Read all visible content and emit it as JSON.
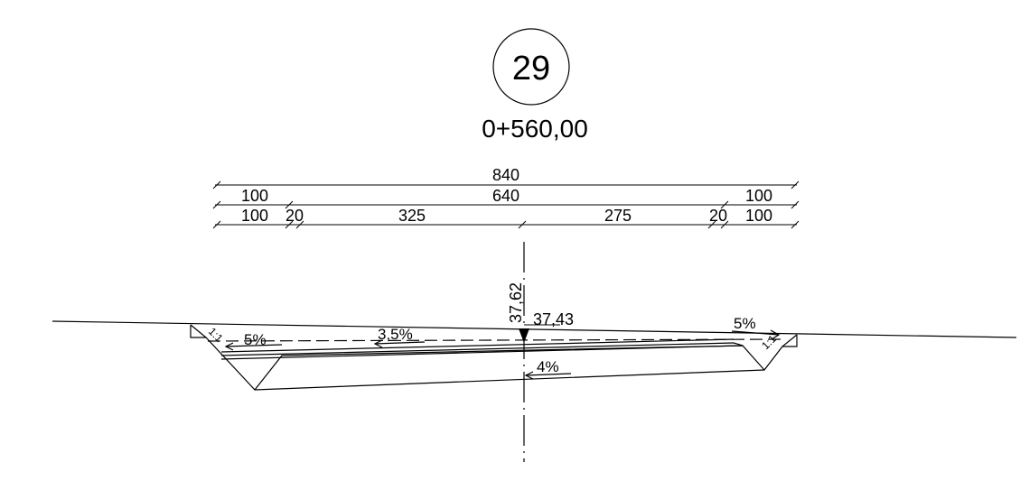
{
  "section": {
    "number": "29",
    "station": "0+560,00"
  },
  "dimensions": {
    "row1": {
      "total": "840"
    },
    "row2": {
      "left": "100",
      "middle": "640",
      "right": "100"
    },
    "row3": {
      "left": "100",
      "left_small": "20",
      "left_lane": "325",
      "right_lane": "275",
      "right_small": "20",
      "right": "100"
    }
  },
  "elevations": {
    "terrain": "37,62",
    "design": "37,43"
  },
  "slopes": {
    "left_shoulder": "5%",
    "carriageway": "3,5%",
    "right_shoulder": "5%",
    "subgrade": "4%",
    "left_embankment": "1:1",
    "right_embankment": "1:1"
  }
}
